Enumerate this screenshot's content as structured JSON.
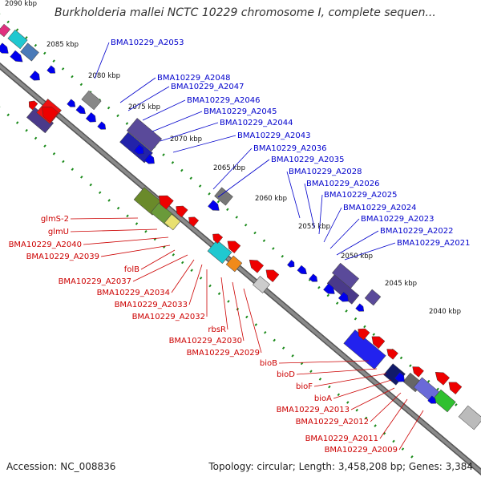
{
  "title": "Burkholderia mallei NCTC 10229 chromosome I, complete sequen...",
  "footer": {
    "accession": "Accession: NC_008836",
    "topology": "Topology: circular; Length: 3,458,208 bp; Genes: 3,384"
  },
  "colors": {
    "backbone": "#8a8a8a",
    "tick": "#1a8a1a",
    "forward_gene": "#0000ee",
    "reverse_gene": "#ee0000",
    "forward_label": "#0000cc",
    "reverse_label": "#cc0000"
  },
  "scale_labels": [
    "2090 kbp",
    "2085 kbp",
    "2080 kbp",
    "2075 kbp",
    "2070 kbp",
    "2065 kbp",
    "2060 kbp",
    "2055 kbp",
    "2050 kbp",
    "2045 kbp",
    "2040 kbp"
  ],
  "forward_genes": [
    "BMA10229_A2053",
    "BMA10229_A2048",
    "BMA10229_A2047",
    "BMA10229_A2046",
    "BMA10229_A2045",
    "BMA10229_A2044",
    "BMA10229_A2043",
    "BMA10229_A2036",
    "BMA10229_A2035",
    "BMA10229_A2028",
    "BMA10229_A2026",
    "BMA10229_A2025",
    "BMA10229_A2024",
    "BMA10229_A2023",
    "BMA10229_A2022",
    "BMA10229_A2021"
  ],
  "reverse_genes": [
    "glmS-2",
    "glmU",
    "BMA10229_A2040",
    "BMA10229_A2039",
    "folB",
    "BMA10229_A2037",
    "BMA10229_A2034",
    "BMA10229_A2033",
    "BMA10229_A2032",
    "rbsR",
    "BMA10229_A2030",
    "BMA10229_A2029",
    "bioB",
    "bioD",
    "bioF",
    "bioA",
    "BMA10229_A2013",
    "BMA10229_A2012",
    "BMA10229_A2011",
    "BMA10229_A2009"
  ]
}
